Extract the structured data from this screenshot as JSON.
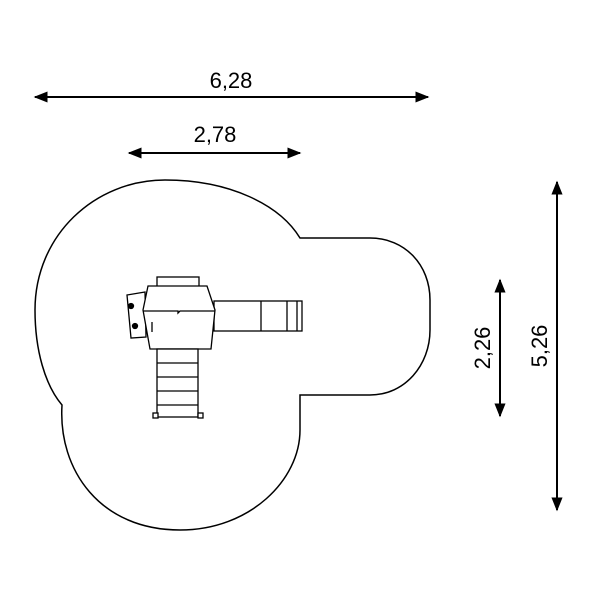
{
  "dimensions": {
    "overall_width": "6,28",
    "structure_width": "2,78",
    "structure_depth": "2,26",
    "overall_depth": "5,26"
  },
  "colors": {
    "line": "#000000",
    "background": "#ffffff"
  }
}
